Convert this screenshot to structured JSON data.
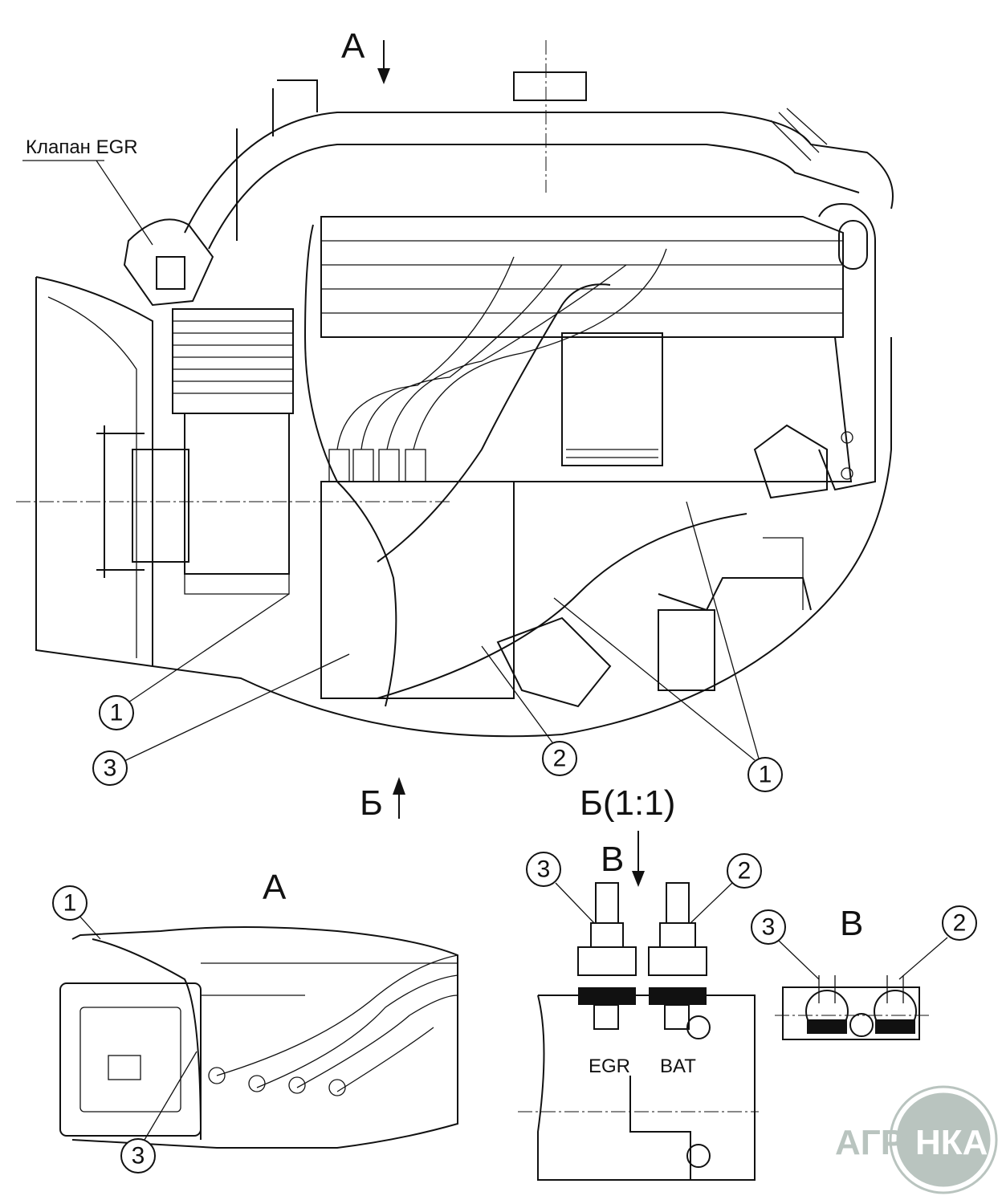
{
  "labels": {
    "egr_valve": "Клапан EGR",
    "view_a_arrow": "А",
    "view_b_arrow": "Б",
    "detail_b_title": "Б(1:1)",
    "view_v_arrow": "В",
    "view_a_title": "А",
    "view_v_title": "В",
    "terminal_egr": "EGR",
    "terminal_bat": "BAT"
  },
  "callouts": {
    "main": [
      "1",
      "3",
      "2",
      "1"
    ],
    "view_a": [
      "1",
      "3"
    ],
    "detail_b": [
      "3",
      "2"
    ],
    "view_v": [
      "3",
      "2"
    ]
  },
  "logo": {
    "text": "АГРОНКА",
    "color": "#b9c4bf"
  },
  "colors": {
    "line": "#111111",
    "background": "#ffffff"
  }
}
